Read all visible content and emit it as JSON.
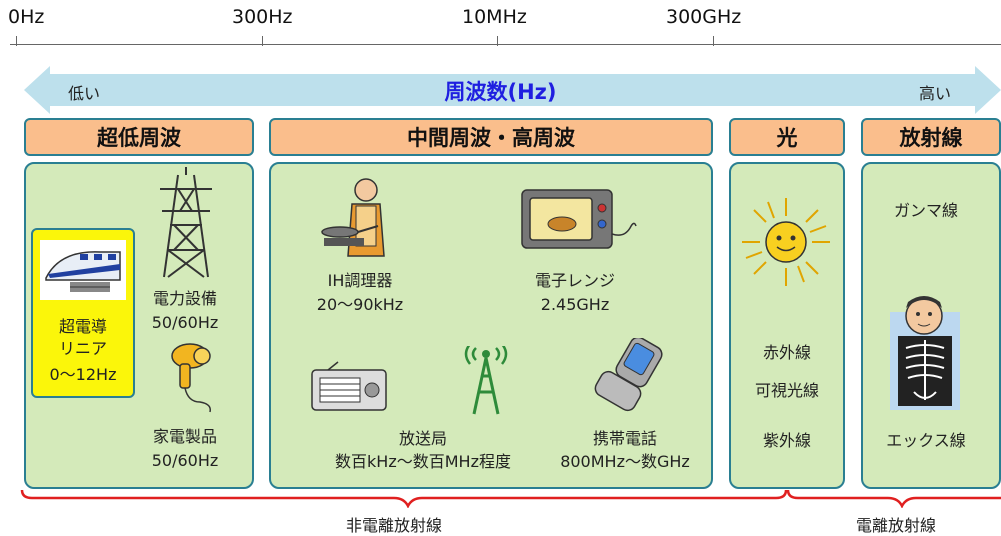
{
  "scale": {
    "ticks": [
      "0Hz",
      "300Hz",
      "10MHz",
      "300GHz"
    ]
  },
  "arrow": {
    "title": "周波数(Hz)",
    "low": "低い",
    "high": "高い"
  },
  "categories": [
    {
      "title": "超低周波"
    },
    {
      "title": "中間周波・高周波"
    },
    {
      "title": "光"
    },
    {
      "title": "放射線"
    }
  ],
  "elf": {
    "maglev": {
      "line1": "超電導",
      "line2": "リニア",
      "line3": "0～12Hz"
    },
    "power": {
      "line1": "電力設備",
      "line2": "50/60Hz"
    },
    "appliance": {
      "line1": "家電製品",
      "line2": "50/60Hz"
    }
  },
  "rf": {
    "ih": {
      "line1": "IH調理器",
      "line2": "20～90kHz"
    },
    "microwave": {
      "line1": "電子レンジ",
      "line2": "2.45GHz"
    },
    "broadcast": {
      "line1": "放送局",
      "line2": "数百kHz～数百MHz程度"
    },
    "mobile": {
      "line1": "携帯電話",
      "line2": "800MHz～数GHz"
    }
  },
  "light": {
    "infrared": "赤外線",
    "visible": "可視光線",
    "ultraviolet": "紫外線"
  },
  "radiation": {
    "gamma": "ガンマ線",
    "xray": "エックス線"
  },
  "braces": {
    "non_ionizing": "非電離放射線",
    "ionizing": "電離放射線"
  },
  "colors": {
    "arrow": "#bde0ec",
    "category_fill": "#fabe8c",
    "panel_fill": "#d4eaba",
    "border": "#2a7f92",
    "maglev_fill": "#fbf60a",
    "brace": "#e02020",
    "title_text": "#1f1fe0"
  }
}
